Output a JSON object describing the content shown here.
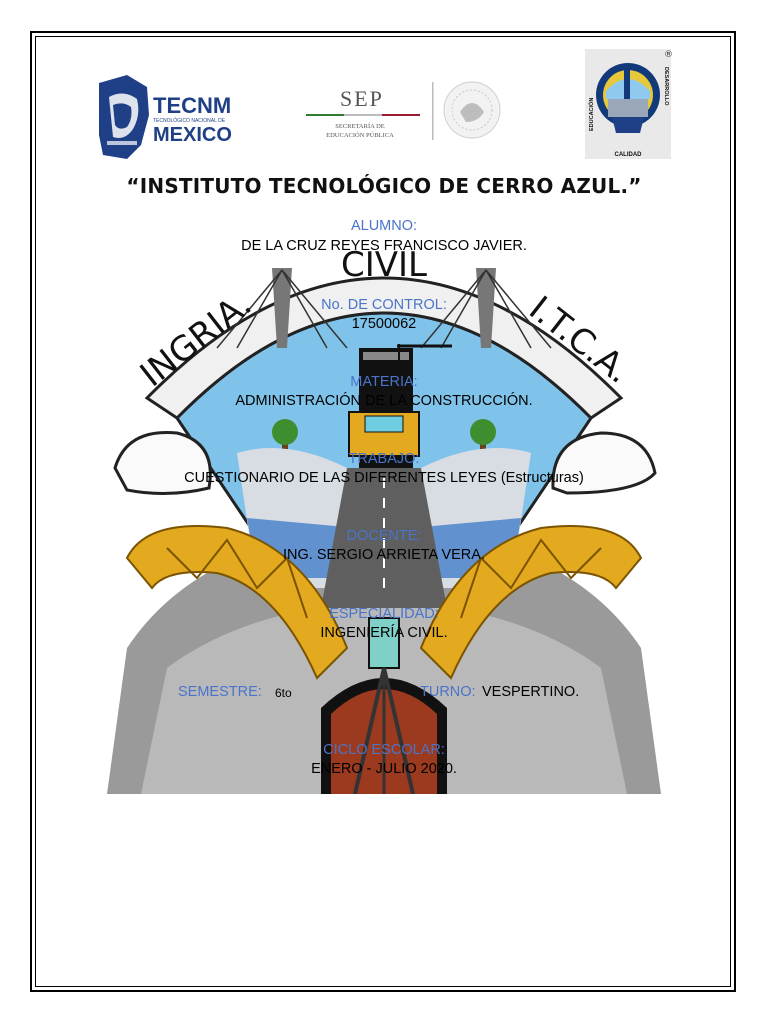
{
  "header": {
    "logos": {
      "tecnm": {
        "main": "TECNM",
        "sub": "TECNOLÓGICO NACIONAL DE",
        "country": "MEXICO"
      },
      "sep": {
        "abbr": "SEP",
        "line1": "SECRETARÍA DE",
        "line2": "EDUCACIÓN PÚBLICA"
      },
      "itca": {
        "left_text": "EDUCACIÓN",
        "right_text": "DESARROLLO",
        "bottom_text": "CALIDAD",
        "registered": "®"
      }
    }
  },
  "title": "“INSTITUTO TECNOLÓGICO DE CERRO AZUL.”",
  "emblem": {
    "left_text": "INGRIA.",
    "top_text": "CIVIL",
    "right_text": "I.T.C.A."
  },
  "fields": {
    "alumno": {
      "label": "ALUMNO:",
      "value": "DE LA CRUZ REYES FRANCISCO JAVIER."
    },
    "control": {
      "label": "No. DE CONTROL:",
      "value": "17500062"
    },
    "materia": {
      "label": "MATERIA:",
      "value": "ADMINISTRACIÓN DE LA CONSTRUCCIÓN."
    },
    "trabajo": {
      "label": "TRABAJO:",
      "value": "CUESTIONARIO DE LAS DIFERENTES LEYES (Estructuras)"
    },
    "docente": {
      "label": "DOCENTE:",
      "value": "ING. SERGIO ARRIETA VERA."
    },
    "especialidad": {
      "label": "ESPECIALIDAD:",
      "value": "INGENIERÍA CIVIL."
    },
    "semestre": {
      "label": "SEMESTRE:",
      "value": "6to"
    },
    "turno": {
      "label": "TURNO:",
      "value": "VESPERTINO."
    },
    "ciclo": {
      "label": "CICLO ESCOLAR:",
      "value": "ENERO - JULIO 2020."
    }
  },
  "colors": {
    "label_blue": "#4a74c9",
    "sky_blue": "#7fc3ea",
    "steel_yellow": "#e3a91f",
    "navy": "#1f3f86",
    "sep_red": "#9b1b30"
  }
}
